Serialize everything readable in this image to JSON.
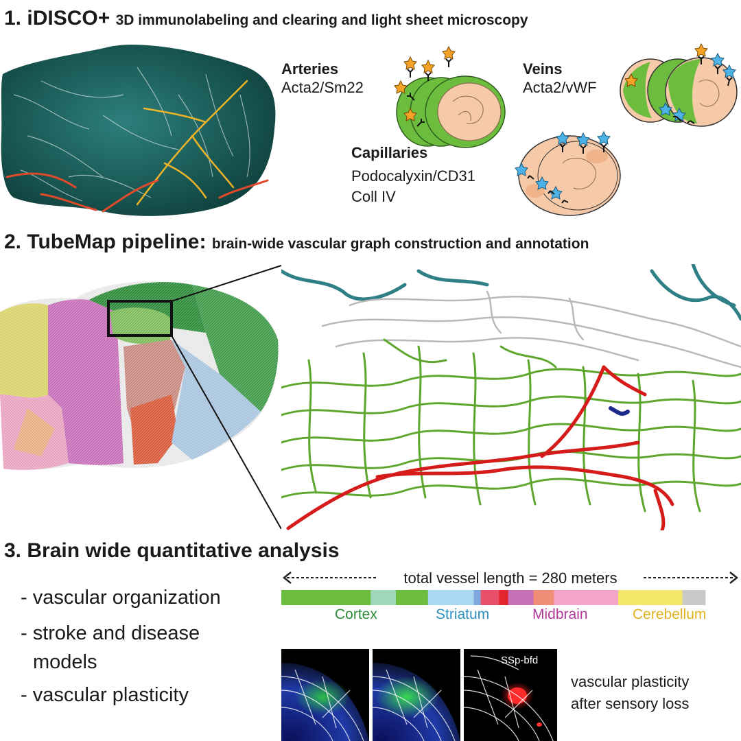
{
  "section1": {
    "number": "1.",
    "title": "iDISCO+",
    "subtitle": "3D immunolabeling and clearing and light sheet microscopy",
    "arteries": {
      "title": "Arteries",
      "markers": "Acta2/Sm22"
    },
    "veins": {
      "title": "Veins",
      "markers": "Acta2/vWF"
    },
    "capillaries": {
      "title": "Capillaries",
      "markers_1": "Podocalyxin/CD31",
      "markers_2": "Coll IV"
    }
  },
  "section2": {
    "number": "2.",
    "title": "TubeMap pipeline:",
    "subtitle": "brain-wide vascular graph construction and annotation"
  },
  "section3": {
    "number": "3.",
    "title": "Brain wide quantitative analysis",
    "bullets": [
      {
        "line1": "- vascular organization",
        "line2": ""
      },
      {
        "line1": "- stroke and disease",
        "line2": "models"
      },
      {
        "line1": "- vascular plasticity",
        "line2": ""
      }
    ],
    "length_label": "total vessel length = 280 meters",
    "bar_segments": [
      {
        "fraction": 0.195,
        "color": "#6cbd3e"
      },
      {
        "fraction": 0.055,
        "color": "#9ed8b8"
      },
      {
        "fraction": 0.07,
        "color": "#6cbd3e"
      },
      {
        "fraction": 0.1,
        "color": "#a9d8f2"
      },
      {
        "fraction": 0.015,
        "color": "#7fa6dd"
      },
      {
        "fraction": 0.04,
        "color": "#e8506a"
      },
      {
        "fraction": 0.02,
        "color": "#e3262e"
      },
      {
        "fraction": 0.055,
        "color": "#c76fb8"
      },
      {
        "fraction": 0.045,
        "color": "#ef8d76"
      },
      {
        "fraction": 0.14,
        "color": "#f3a4cb"
      },
      {
        "fraction": 0.14,
        "color": "#f4e86a"
      },
      {
        "fraction": 0.05,
        "color": "#c9c9c9"
      }
    ],
    "regions": [
      {
        "name": "Cortex",
        "color": "#2e8b3a"
      },
      {
        "name": "Striatum",
        "color": "#2f8fbf"
      },
      {
        "name": "Midbrain",
        "color": "#b03a9a"
      },
      {
        "name": "Cerebellum",
        "color": "#e0b41e"
      }
    ],
    "ssp_label": "SSp-bfd",
    "plasticity_1": "vascular plasticity",
    "plasticity_2": "after sensory loss"
  }
}
